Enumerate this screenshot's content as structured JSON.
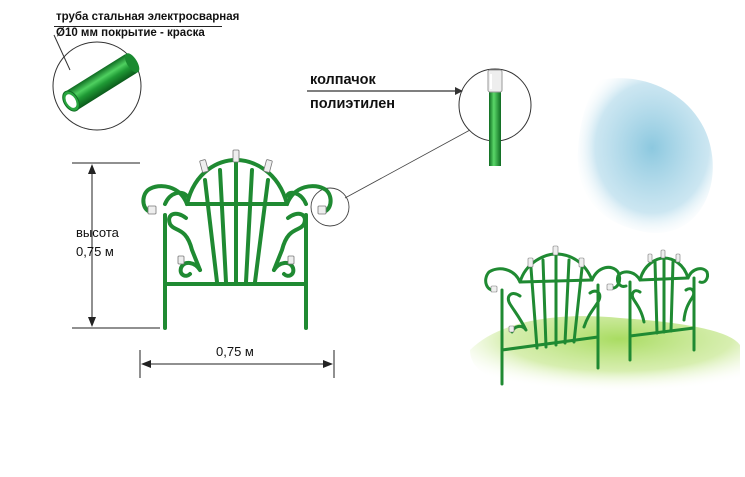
{
  "labels": {
    "pipe_line1": "труба стальная электросварная",
    "pipe_line2": "Ø10 мм покрытие - краска",
    "cap_line1": "колпачок",
    "cap_line2": "полиэтилен",
    "height_word": "высота",
    "height_value": "0,75 м",
    "width_value": "0,75 м"
  },
  "colors": {
    "fence_green": "#1f8a32",
    "fence_dark": "#0f6b22",
    "pipe_highlight": "#6ee07a",
    "sky": "#9fd0e4",
    "grass": "#b7e27a",
    "cap": "#e8e8e8"
  },
  "icons": [
    "pipe-cross-section-icon",
    "polyethylene-cap-icon"
  ]
}
